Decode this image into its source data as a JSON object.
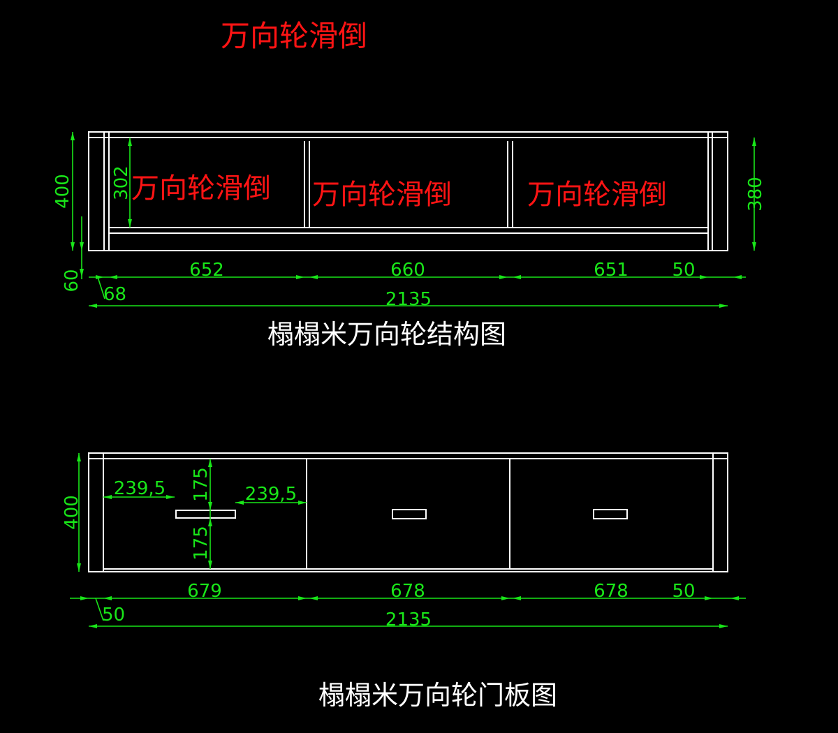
{
  "title": "万向轮滑倒",
  "colors": {
    "background": "#000000",
    "frame": "#ffffff",
    "dimension": "#19e619",
    "label": "#ff1414",
    "caption": "#ffffff"
  },
  "structure_view": {
    "compartment_labels": [
      "万向轮滑倒",
      "万向轮滑倒",
      "万向轮滑倒"
    ],
    "dims": {
      "height_total": "400",
      "inner_height": "302",
      "right_height": "380",
      "base_height": "60",
      "widths": [
        "652",
        "660",
        "651"
      ],
      "end_width": "50",
      "start_width": "68",
      "overall": "2135"
    },
    "caption": "榻榻米万向轮结构图"
  },
  "door_view": {
    "dims": {
      "height_total": "400",
      "handle_left": "239,5",
      "handle_right": "239,5",
      "handle_top": "175",
      "handle_bottom": "175",
      "widths": [
        "679",
        "678",
        "678"
      ],
      "end_width": "50",
      "start_width": "50",
      "overall": "2135"
    },
    "caption": "榻榻米万向轮门板图"
  }
}
